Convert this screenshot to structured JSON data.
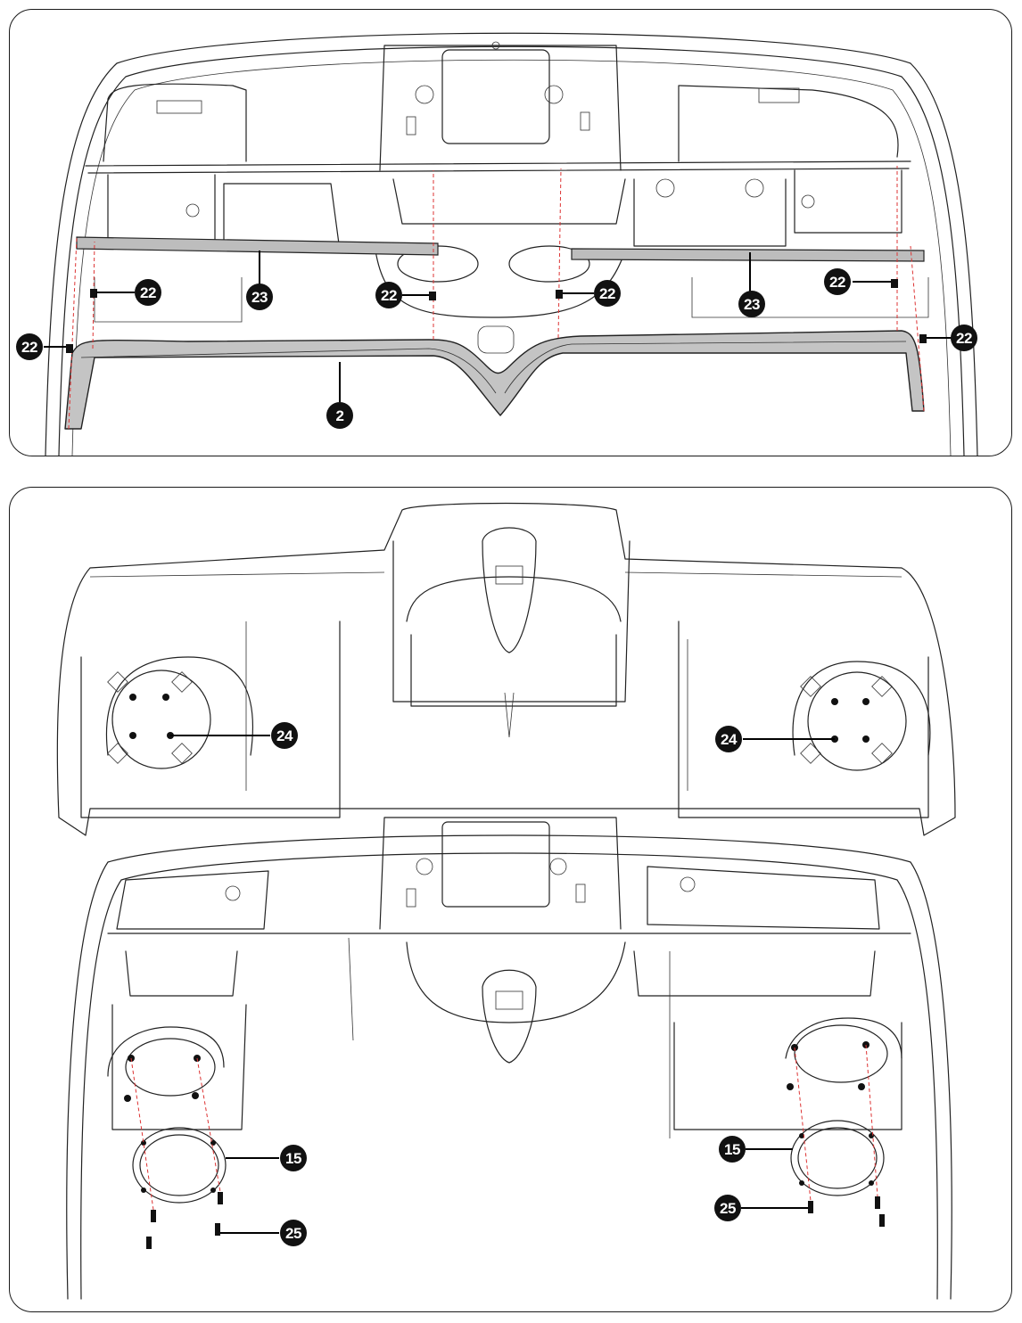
{
  "top_panel": {
    "callouts": [
      "22",
      "23",
      "22",
      "22",
      "23",
      "22",
      "22",
      "22",
      "2"
    ]
  },
  "bottom_panel": {
    "callouts": [
      "24",
      "24",
      "15",
      "25",
      "15",
      "25"
    ]
  },
  "colors": {
    "outline": "#222222",
    "callout": "#111111",
    "dashed_guide": "#dd3333",
    "trim_fill": "#bdbdbd"
  }
}
